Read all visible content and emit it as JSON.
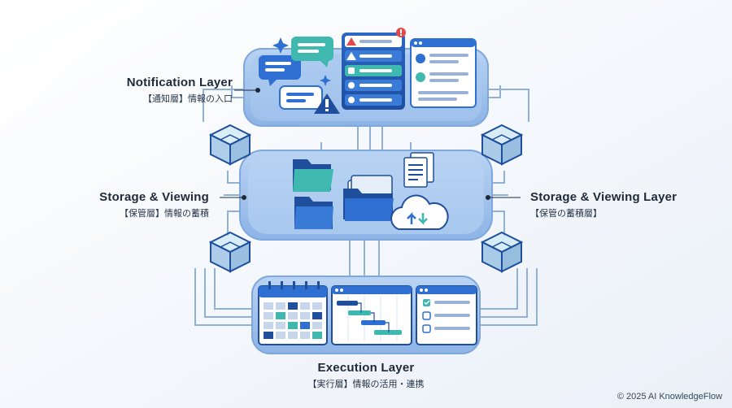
{
  "labels": {
    "notification": {
      "en": "Notification Layer",
      "jp": "【通知層】情報の入口"
    },
    "storage_left": {
      "en": "Storage & Viewing",
      "jp": "【保管層】情報の蓄積"
    },
    "storage_right": {
      "en": "Storage & Viewing Layer",
      "jp": "【保管の蓄積層】"
    },
    "execution": {
      "en": "Execution Layer",
      "jp": "【実行層】情報の活用・連携"
    }
  },
  "footer": {
    "copyright": "© 2025 AI KnowledgeFlow"
  },
  "colors": {
    "platform": "#9cc0ec",
    "platform_light": "#cfe0f6",
    "accent_blue": "#2f6fd1",
    "dark_blue": "#1f4f9c",
    "teal": "#3fb8b0",
    "line": "#8fb0d8",
    "cube": "#4f8fc8"
  },
  "icons": [
    "chat-bubble-icon",
    "alert-triangle-icon",
    "sparkle-icon",
    "notification-list-icon",
    "message-panel-icon",
    "folder-icon",
    "document-icon",
    "cloud-sync-icon",
    "calendar-icon",
    "gantt-chart-icon",
    "checklist-icon",
    "network-cube-icon"
  ]
}
